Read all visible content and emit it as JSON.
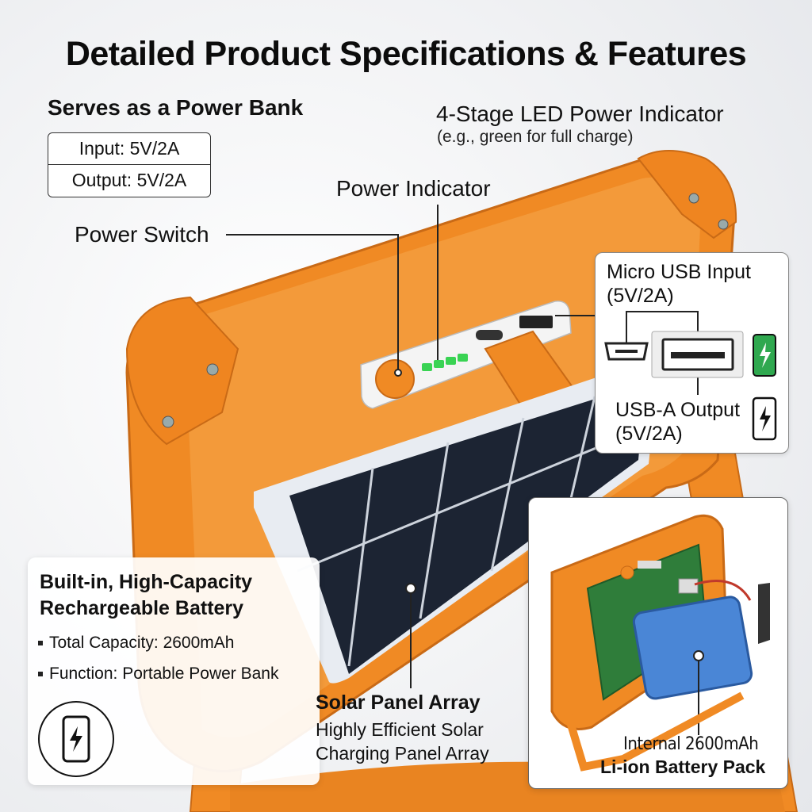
{
  "title": "Detailed Product Specifications & Features",
  "power_bank": {
    "heading": "Serves as a Power Bank",
    "input": "Input: 5V/2A",
    "output": "Output: 5V/2A"
  },
  "led_indicator": {
    "title": "4-Stage LED Power Indicator",
    "subtitle": "(e.g., green for full charge)"
  },
  "power_indicator_label": "Power Indicator",
  "power_switch_label": "Power Switch",
  "micro_usb": {
    "line1": "Micro USB Input",
    "line2": "(5V/2A)"
  },
  "usb_a": {
    "line1": "USB-A Output",
    "line2": "(5V/2A)"
  },
  "battery": {
    "heading_line1": "Built-in, High-Capacity",
    "heading_line2": "Rechargeable Battery",
    "bullet1": "Total Capacity: 2600mAh",
    "bullet2": "Function: Portable Power Bank"
  },
  "solar": {
    "title": "Solar Panel Array",
    "desc_line1": "Highly Efficient Solar",
    "desc_line2": "Charging Panel Array"
  },
  "internal": {
    "label": "Internal 2600mAh",
    "pack": "Li-ion Battery Pack"
  },
  "colors": {
    "orange": "#f08a24",
    "orange_dark": "#d9731a",
    "panel": "#1c2433",
    "led_green": "#39d353",
    "battery_blue": "#4a86d6",
    "pcb_green": "#2f7d3a"
  },
  "icons": [
    "phone-charging-icon",
    "micro-usb-port-icon",
    "usb-a-port-icon"
  ]
}
